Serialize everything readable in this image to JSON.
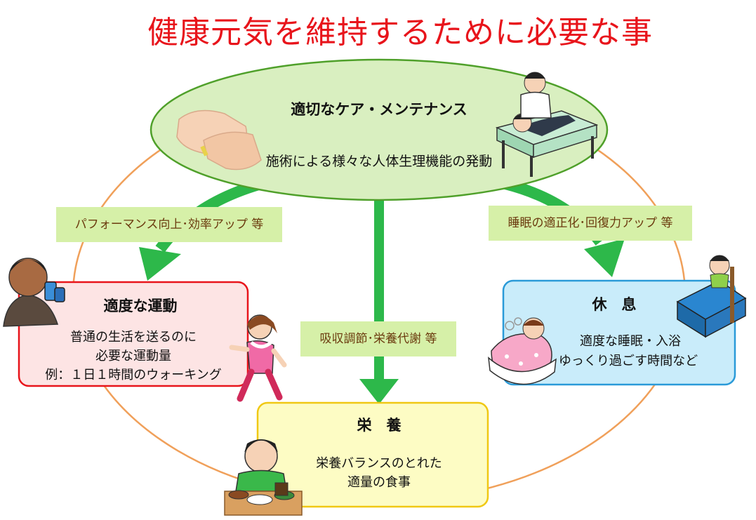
{
  "title": "健康元気を維持するために必要な事",
  "care": {
    "heading": "適切なケア・メンテナンス",
    "subtext": "施術による様々な人体生理機能の発動"
  },
  "labels": {
    "left": "パフォーマンス向上･効率アップ 等",
    "center": "吸収調節･栄養代謝 等",
    "right": "睡眠の適正化･回復力アップ 等"
  },
  "exercise": {
    "heading": "適度な運動",
    "line1": "普通の生活を送るのに",
    "line2": "必要な運動量",
    "line3": "例：１日１時間のウォーキング"
  },
  "rest": {
    "heading": "休　息",
    "line1": "適度な睡眠・入浴",
    "line2": "ゆっくり過ごす時間など"
  },
  "nutrition": {
    "heading": "栄　養",
    "line1": "栄養バランスのとれた",
    "line2": "適量の食事"
  },
  "colors": {
    "title": "#e8141b",
    "arrow": "#2db84a",
    "circle_line": "#f0a05a",
    "care_fill": "#d9efc0",
    "care_stroke": "#4fa02a",
    "exercise_fill": "#fde4e4",
    "exercise_stroke": "#e8141b",
    "rest_fill": "#c9ecfa",
    "rest_stroke": "#2a9ad8",
    "nutrition_fill": "#fdfcc4",
    "nutrition_stroke": "#f0c814",
    "label_fill": "#d6f0a8"
  }
}
